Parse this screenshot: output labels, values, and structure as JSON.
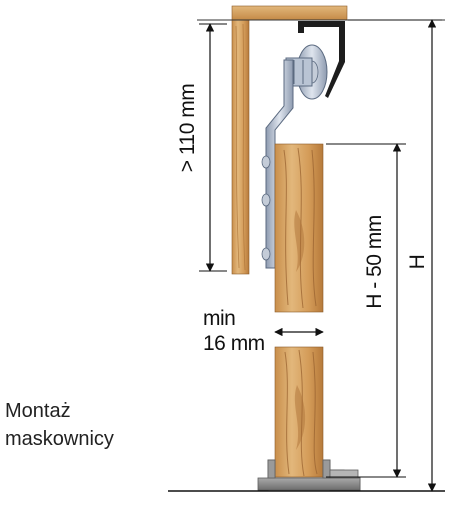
{
  "diagram": {
    "caption": {
      "line1": "Montaż",
      "line2": "maskownicy"
    },
    "dimensions": {
      "top_clearance": "> 110 mm",
      "gap_min": "min",
      "gap_value": "16 mm",
      "door_height": "H - 50 mm",
      "total_height": "H"
    },
    "colors": {
      "wood_light": "#d8a868",
      "wood_dark": "#a0682e",
      "metal": "#b9c4d4",
      "metal_dark": "#6f7f96",
      "floor_guide": "#8f8f8f",
      "line": "#111111"
    }
  }
}
